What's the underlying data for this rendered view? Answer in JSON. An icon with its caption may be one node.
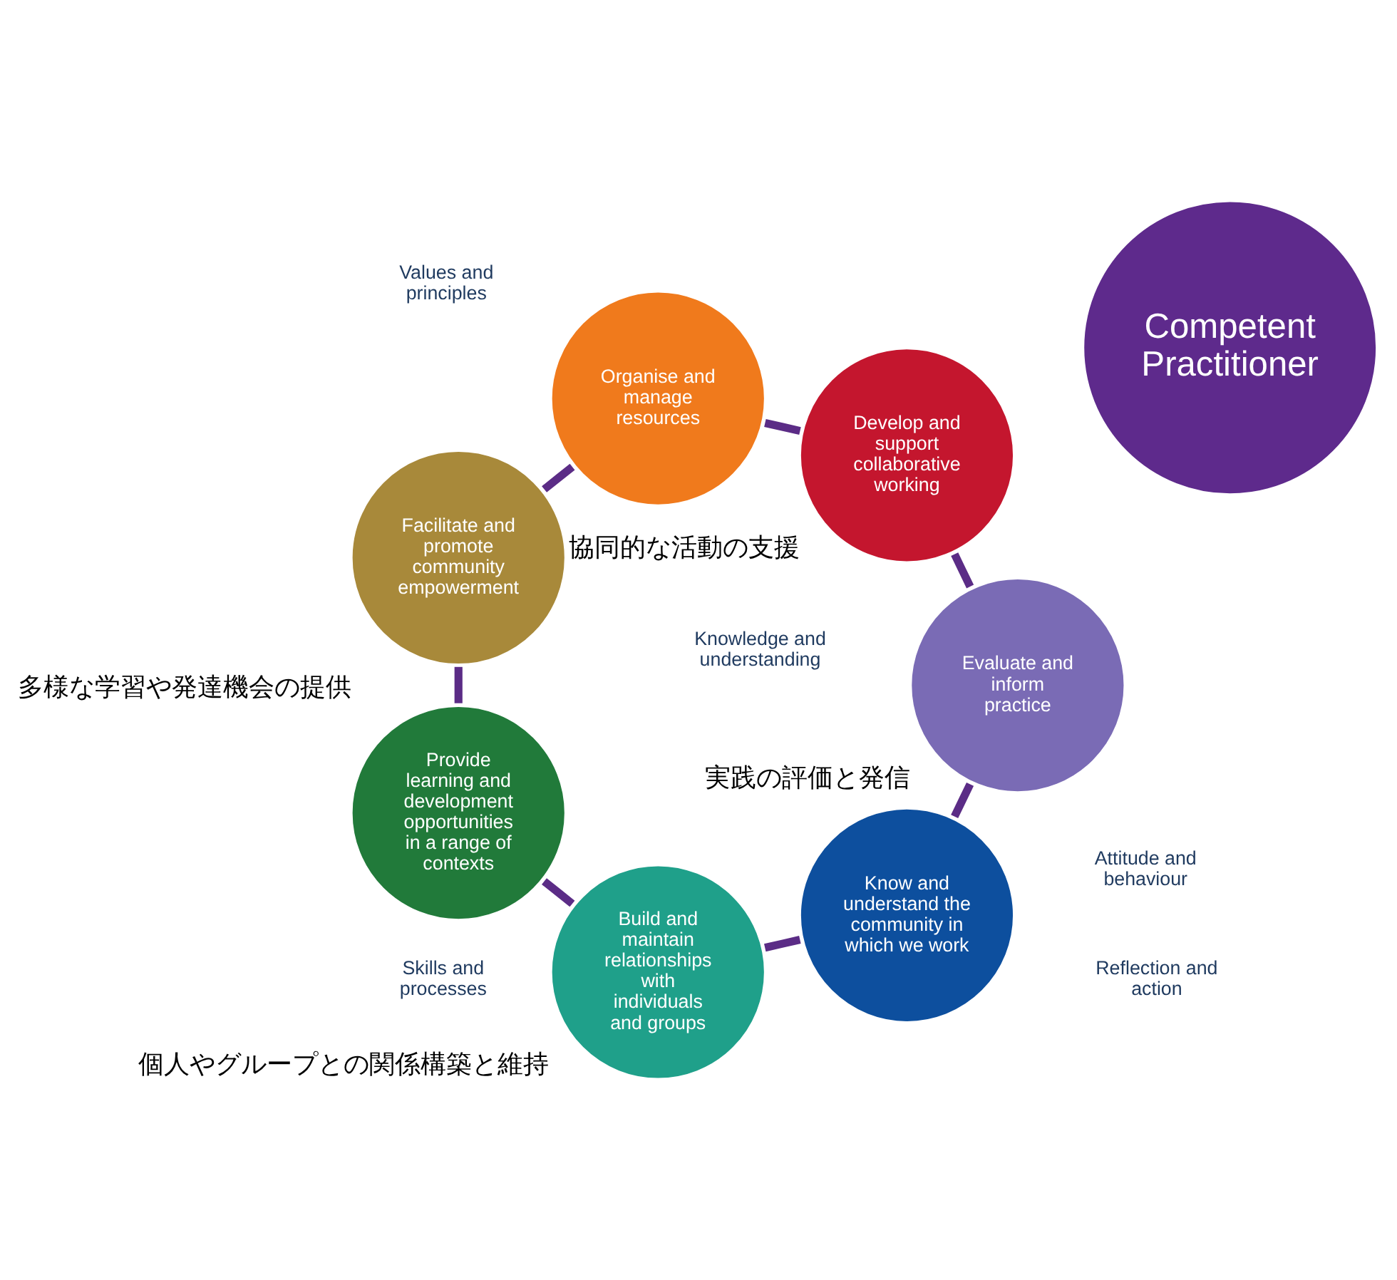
{
  "diagram": {
    "nodes": [
      {
        "text": [
          "Know and understand the community in which we work"
        ]
      },
      {
        "text": [
          "Build and maintain relationships with individuals and groups"
        ],
        "beside": [
          "個人やグループとの関係構築と維持"
        ]
      },
      {
        "text": [
          "Provide learning and development opportunities in a range of contexts"
        ],
        "beside": [
          "多様な学習や発達機会の提供"
        ]
      },
      {
        "text": [
          "Facilitate and promote community empowerment"
        ]
      },
      {
        "text": [
          "Organise and manage resources"
        ]
      },
      {
        "text": [
          "Develop and support collaborative working"
        ],
        "beside": [
          "協同的な活動の支援"
        ]
      },
      {
        "text": [
          "Evaluate and inform practice"
        ],
        "beside": [
          "実践の評価と発信"
        ]
      },
      {
        "text": [
          "Competent Practitioner"
        ]
      }
    ],
    "edges": [
      {
        "from": 0,
        "to": 1,
        "arrow": "none"
      },
      {
        "from": 1,
        "to": 2,
        "arrow": "none"
      },
      {
        "from": 2,
        "to": 3,
        "arrow": "none"
      },
      {
        "from": 3,
        "to": 4,
        "arrow": "none"
      },
      {
        "from": 4,
        "to": 5,
        "arrow": "none"
      },
      {
        "from": 5,
        "to": 6,
        "arrow": "none"
      },
      {
        "from": 6,
        "to": 0,
        "arrow": "none"
      }
    ],
    "labels": [
      "Knowledge and understanding",
      "Reflection and action",
      "Values and principles",
      "Skills and processes",
      "Attitude and behaviour"
    ]
  }
}
